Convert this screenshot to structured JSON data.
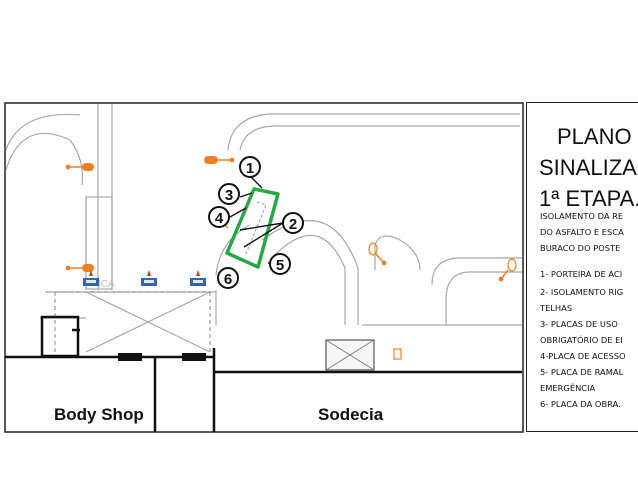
{
  "plan": {
    "labels": {
      "body_shop": "Body Shop",
      "sodecia": "Sodecia",
      "faded_label": "ICA"
    },
    "markers": [
      "1",
      "2",
      "3",
      "4",
      "5",
      "6"
    ],
    "colors": {
      "barrier": "#27a844",
      "lamp": "#f07f24",
      "sign": "#3a5fb5",
      "wall": "#111111",
      "faint_line": "#a8a8a8"
    }
  },
  "panel": {
    "title_line1": "PLANO D",
    "title_line2": "SINALIZAÇ",
    "title_line3": "1ª ETAPA.",
    "description": [
      "ISOLAMENTO DA RE",
      "DO ASFALTO E ESCA",
      "BURACO DO POSTE"
    ],
    "legend": [
      "1- PORTEIRA DE ACI",
      "2- ISOLAMENTO RIG",
      "TELHAS",
      "3- PLACAS DE USO",
      "OBRIGATÓRIO DE EI",
      "4-PLACA DE ACESSO",
      "5- PLACA DE RAMAL",
      "EMERGÊNCIA",
      "6- PLACA DA OBRA."
    ]
  }
}
